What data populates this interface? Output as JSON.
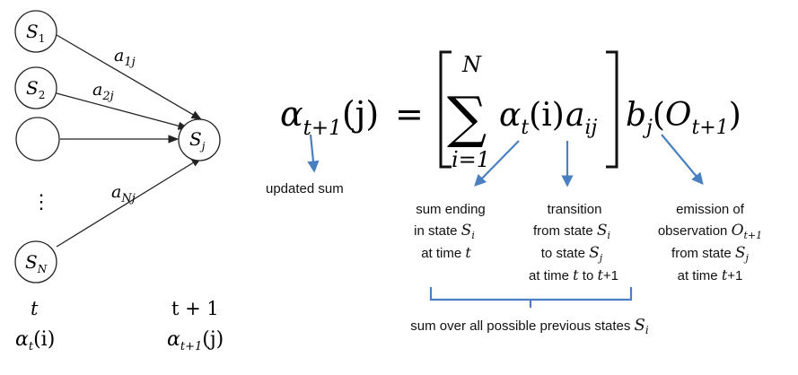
{
  "colors": {
    "ink": "#222222",
    "callout": "#4a7fc1",
    "background": "#ffffff"
  },
  "nodes": {
    "s1": {
      "base": "S",
      "sub": "1"
    },
    "s2": {
      "base": "S",
      "sub": "2"
    },
    "empty": {
      "base": "",
      "sub": ""
    },
    "dots": "⋮",
    "sn": {
      "base": "S",
      "sub": "N"
    },
    "sj": {
      "base": "S",
      "sub": "j"
    }
  },
  "edges": {
    "a1j": {
      "base": "a",
      "sub": "1j"
    },
    "a2j": {
      "base": "a",
      "sub": "2j"
    },
    "anj": {
      "base": "a",
      "sub": "Nj"
    }
  },
  "time_labels": {
    "left_time": "t",
    "left_alpha": {
      "base": "α",
      "sub": "t",
      "arg": "(i)"
    },
    "right_time": "t + 1",
    "right_alpha": {
      "base": "α",
      "sub": "t+1",
      "arg": "(j)"
    }
  },
  "equation": {
    "lhs": {
      "base": "α",
      "sub": "t+1",
      "arg": "(j)"
    },
    "equals": "=",
    "sum_symbol": "∑",
    "sum_upper": "N",
    "sum_lower": "i=1",
    "term_alpha": {
      "base": "α",
      "sub": "t",
      "arg": "(i)"
    },
    "term_a": {
      "base": "a",
      "sub": "ij"
    },
    "term_b": {
      "base": "b",
      "sub": "j"
    },
    "term_o": {
      "open": "(",
      "base": "O",
      "sub": "t+1",
      "close": ")"
    }
  },
  "annotations": {
    "updated_sum": "updated sum",
    "sum_ending": {
      "line1": "sum ending",
      "line2_text": "in state",
      "line2_var": {
        "base": "S",
        "sub": "i"
      },
      "line3_text": "at time",
      "line3_var": "t"
    },
    "transition": {
      "line1": "transition",
      "line2_text": "from state",
      "line2_var": {
        "base": "S",
        "sub": "i"
      },
      "line3_text": "to state",
      "line3_var": {
        "base": "S",
        "sub": "j"
      },
      "line4_a": "at time",
      "line4_t": "t",
      "line4_b": "to",
      "line4_t2": "t",
      "line4_plus": "+1"
    },
    "emission": {
      "line1": "emission of",
      "line2_text": "observation",
      "line2_var": {
        "base": "O",
        "sub": "t+1"
      },
      "line3_text": "from state",
      "line3_var": {
        "base": "S",
        "sub": "j"
      },
      "line4_a": "at time",
      "line4_t": "t",
      "line4_plus": "+1"
    },
    "sum_over": {
      "text": "sum over all possible previous states",
      "var": {
        "base": "S",
        "sub": "i"
      }
    }
  }
}
